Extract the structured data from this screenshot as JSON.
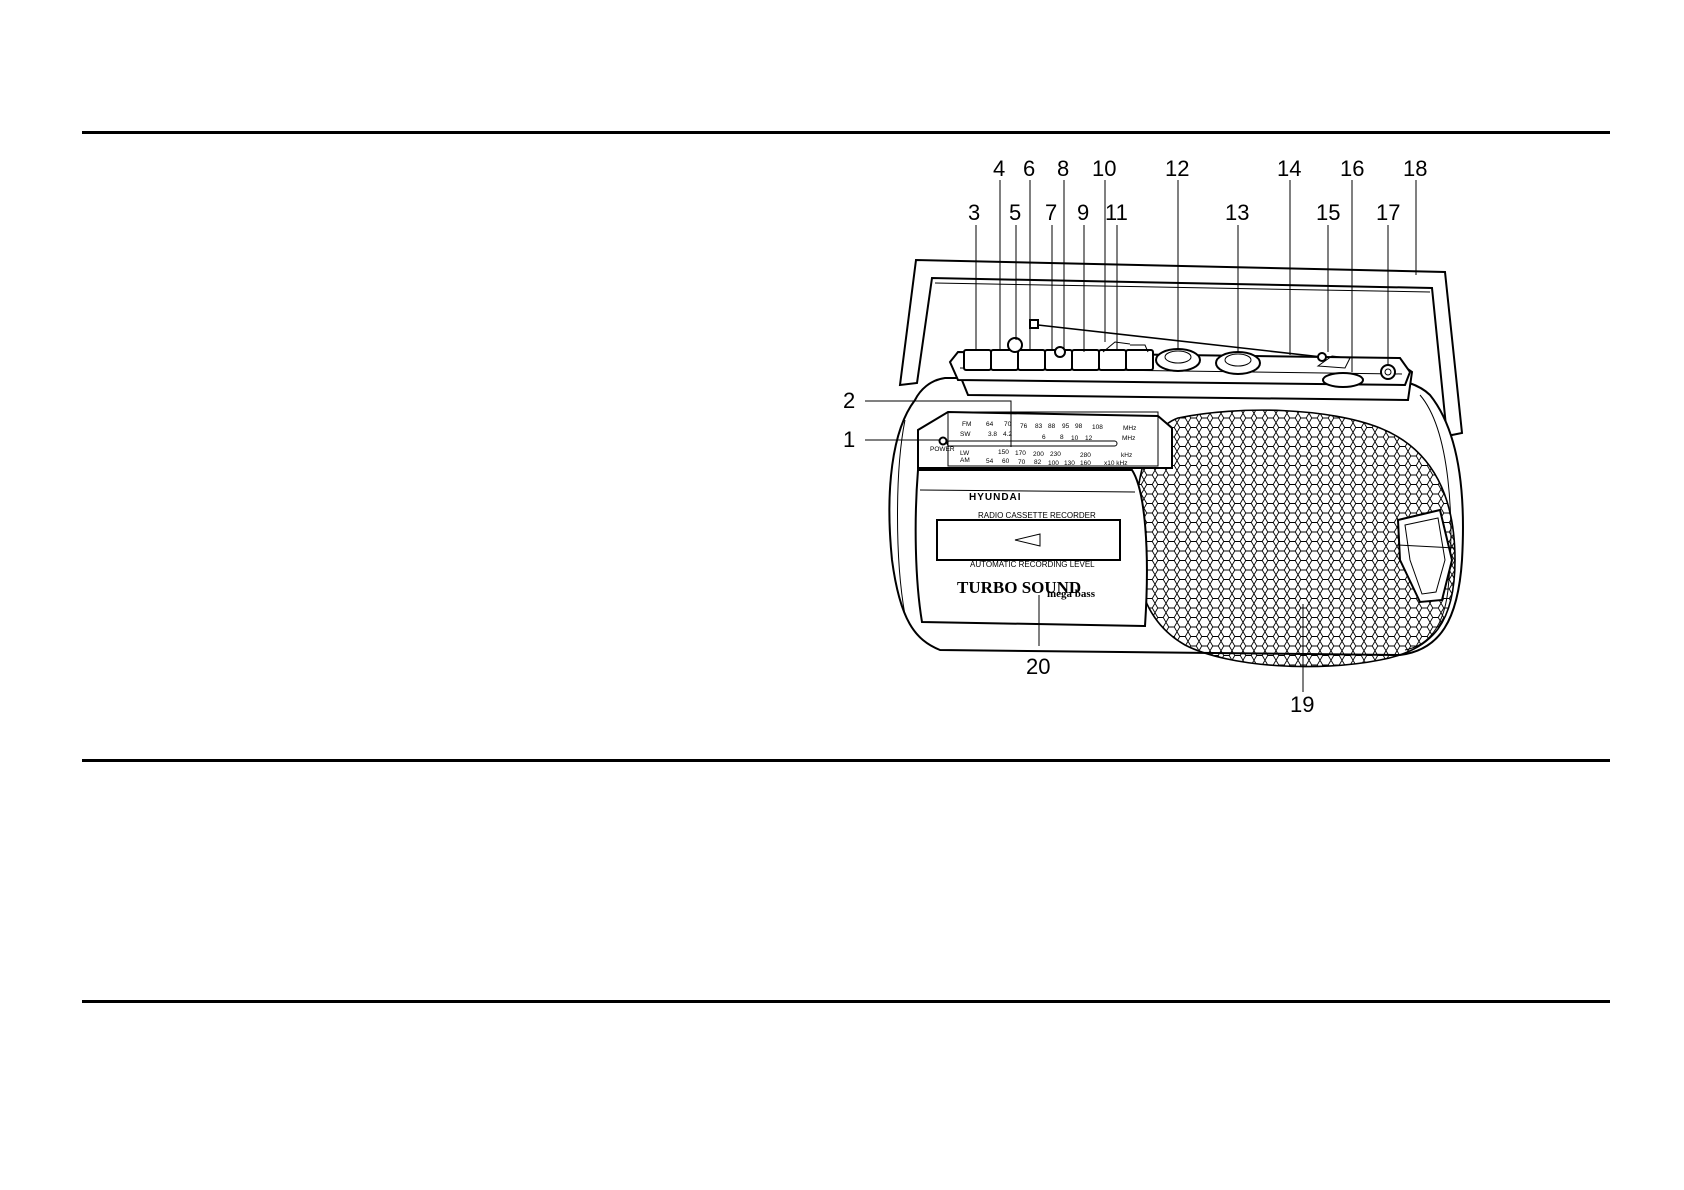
{
  "callouts": [
    {
      "id": "1",
      "label": "1"
    },
    {
      "id": "2",
      "label": "2"
    },
    {
      "id": "3",
      "label": "3"
    },
    {
      "id": "4",
      "label": "4"
    },
    {
      "id": "5",
      "label": "5"
    },
    {
      "id": "6",
      "label": "6"
    },
    {
      "id": "7",
      "label": "7"
    },
    {
      "id": "8",
      "label": "8"
    },
    {
      "id": "9",
      "label": "9"
    },
    {
      "id": "10",
      "label": "10"
    },
    {
      "id": "11",
      "label": "11"
    },
    {
      "id": "12",
      "label": "12"
    },
    {
      "id": "13",
      "label": "13"
    },
    {
      "id": "14",
      "label": "14"
    },
    {
      "id": "15",
      "label": "15"
    },
    {
      "id": "16",
      "label": "16"
    },
    {
      "id": "17",
      "label": "17"
    },
    {
      "id": "18",
      "label": "18"
    },
    {
      "id": "19",
      "label": "19"
    },
    {
      "id": "20",
      "label": "20"
    }
  ],
  "dial": {
    "fm_band": "FM",
    "sw_band": "SW",
    "lw_band": "LW",
    "am_band": "AM",
    "fm_ticks": [
      "64",
      "70",
      "76",
      "83",
      "88",
      "95",
      "98",
      "108"
    ],
    "fm_unit": "MHz",
    "sw_ticks": [
      "3.8",
      "4.2",
      "6",
      "8",
      "10",
      "12"
    ],
    "sw_unit": "MHz",
    "lw_ticks": [
      "150",
      "170",
      "200",
      "230",
      "280"
    ],
    "lw_unit": "kHz",
    "am_ticks": [
      "54",
      "60",
      "70",
      "82",
      "100",
      "130",
      "160"
    ],
    "am_unit": "x10 kHz",
    "power_label": "POWER"
  },
  "front_panel": {
    "brand": "HYUNDAI",
    "subtitle": "RADIO CASSETTE RECORDER",
    "recording_note": "AUTOMATIC RECORDING LEVEL",
    "turbo_text": "TURBO SOUND",
    "mega_text": "mega bass"
  },
  "colors": {
    "line": "#000000",
    "background": "#ffffff"
  }
}
